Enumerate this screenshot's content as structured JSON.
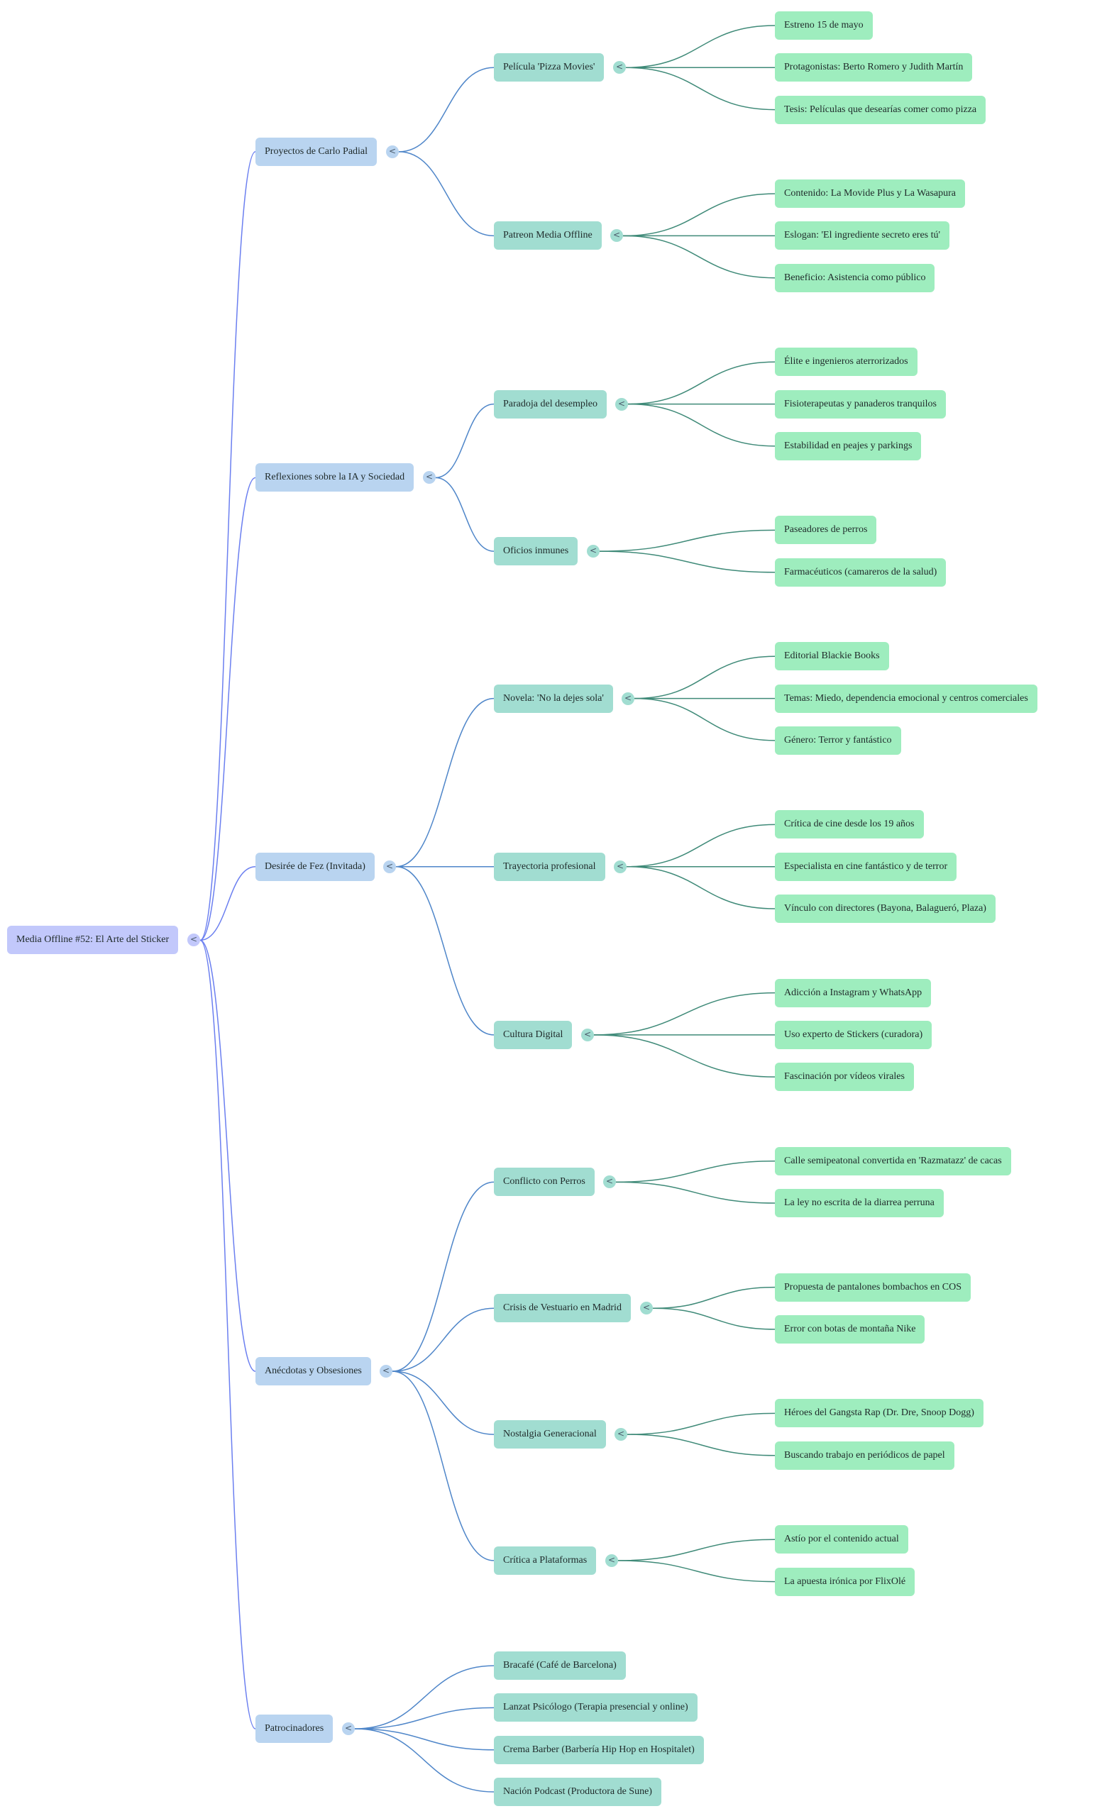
{
  "mindmap": {
    "root": {
      "label": "Media Offline #52: El Arte del Sticker",
      "toggle_icon": "<",
      "children": [
        {
          "label": "Proyectos de Carlo Padial",
          "children": [
            {
              "label": "Película 'Pizza Movies'",
              "children": [
                {
                  "label": "Estreno 15 de mayo"
                },
                {
                  "label": "Protagonistas: Berto Romero y Judith Martín"
                },
                {
                  "label": "Tesis: Películas que desearías comer como pizza"
                }
              ]
            },
            {
              "label": "Patreon Media Offline",
              "children": [
                {
                  "label": "Contenido: La Movide Plus y La Wasapura"
                },
                {
                  "label": "Eslogan: 'El ingrediente secreto eres tú'"
                },
                {
                  "label": "Beneficio: Asistencia como público"
                }
              ]
            }
          ]
        },
        {
          "label": "Reflexiones sobre la IA y Sociedad",
          "children": [
            {
              "label": "Paradoja del desempleo",
              "children": [
                {
                  "label": "Élite e ingenieros aterrorizados"
                },
                {
                  "label": "Fisioterapeutas y panaderos tranquilos"
                },
                {
                  "label": "Estabilidad en peajes y parkings"
                }
              ]
            },
            {
              "label": "Oficios inmunes",
              "children": [
                {
                  "label": "Paseadores de perros"
                },
                {
                  "label": "Farmacéuticos (camareros de la salud)"
                }
              ]
            }
          ]
        },
        {
          "label": "Desirée de Fez (Invitada)",
          "children": [
            {
              "label": "Novela: 'No la dejes sola'",
              "children": [
                {
                  "label": "Editorial Blackie Books"
                },
                {
                  "label": "Temas: Miedo, dependencia emocional y centros comerciales"
                },
                {
                  "label": "Género: Terror y fantástico"
                }
              ]
            },
            {
              "label": "Trayectoria profesional",
              "children": [
                {
                  "label": "Crítica de cine desde los 19 años"
                },
                {
                  "label": "Especialista en cine fantástico y de terror"
                },
                {
                  "label": "Vínculo con directores (Bayona, Balagueró, Plaza)"
                }
              ]
            },
            {
              "label": "Cultura Digital",
              "children": [
                {
                  "label": "Adicción a Instagram y WhatsApp"
                },
                {
                  "label": "Uso experto de Stickers (curadora)"
                },
                {
                  "label": "Fascinación por vídeos virales"
                }
              ]
            }
          ]
        },
        {
          "label": "Anécdotas y Obsesiones",
          "children": [
            {
              "label": "Conflicto con Perros",
              "children": [
                {
                  "label": "Calle semipeatonal convertida en 'Razmatazz' de cacas"
                },
                {
                  "label": "La ley no escrita de la diarrea perruna"
                }
              ]
            },
            {
              "label": "Crisis de Vestuario en Madrid",
              "children": [
                {
                  "label": "Propuesta de pantalones bombachos en COS"
                },
                {
                  "label": "Error con botas de montaña Nike"
                }
              ]
            },
            {
              "label": "Nostalgia Generacional",
              "children": [
                {
                  "label": "Héroes del Gangsta Rap (Dr. Dre, Snoop Dogg)"
                },
                {
                  "label": "Buscando trabajo en periódicos de papel"
                }
              ]
            },
            {
              "label": "Crítica a Plataformas",
              "children": [
                {
                  "label": "Astío por el contenido actual"
                },
                {
                  "label": "La apuesta irónica por FlixOlé"
                }
              ]
            }
          ]
        },
        {
          "label": "Patrocinadores",
          "children": [
            {
              "label": "Bracafé (Café de Barcelona)"
            },
            {
              "label": "Lanzat Psicólogo (Terapia presencial y online)"
            },
            {
              "label": "Crema Barber (Barbería Hip Hop en Hospitalet)"
            },
            {
              "label": "Nación Podcast (Productora de Sune)"
            }
          ]
        }
      ]
    }
  },
  "colors": {
    "root_fill": "#c2c8fb",
    "level1_fill": "#b9d4f0",
    "level2_fill": "#a1ddd1",
    "leaf_fill": "#9eedbe",
    "root_edge": "#6b7ff0",
    "level1_edge": "#4f86c9",
    "level2_edge": "#3f8a78"
  }
}
